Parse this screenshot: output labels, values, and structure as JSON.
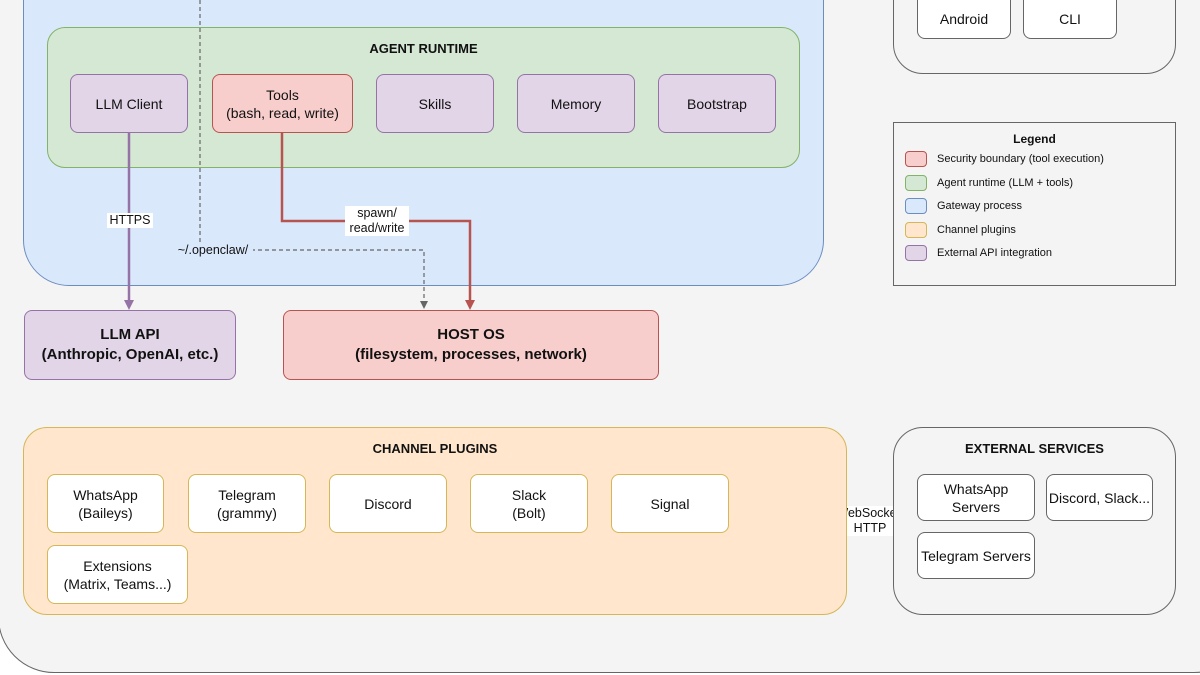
{
  "agent_runtime": {
    "title": "AGENT RUNTIME",
    "components": [
      {
        "label": "LLM Client"
      },
      {
        "label": "Tools\n(bash, read, write)"
      },
      {
        "label": "Skills"
      },
      {
        "label": "Memory"
      },
      {
        "label": "Bootstrap"
      }
    ]
  },
  "clients": [
    {
      "label": "Android"
    },
    {
      "label": "CLI"
    }
  ],
  "legend": {
    "title": "Legend",
    "items": [
      {
        "label": "Security boundary (tool execution)",
        "fill": "#f8cecc",
        "stroke": "#b85450"
      },
      {
        "label": "Agent runtime (LLM + tools)",
        "fill": "#d5e8d4",
        "stroke": "#82b366"
      },
      {
        "label": "Gateway process",
        "fill": "#dae8fc",
        "stroke": "#6c8ebf"
      },
      {
        "label": "Channel plugins",
        "fill": "#ffe6cc",
        "stroke": "#d6b656"
      },
      {
        "label": "External API integration",
        "fill": "#e1d5e7",
        "stroke": "#9673a6"
      }
    ]
  },
  "llm_api": {
    "title": "LLM API",
    "subtitle": "(Anthropic, OpenAI, etc.)"
  },
  "host_os": {
    "title": "HOST OS",
    "subtitle": "(filesystem, processes, network)"
  },
  "edges": {
    "https": "HTTPS",
    "spawn": "spawn/\nread/write",
    "openclaw": "~/.openclaw/",
    "websocket": "WebSocket/\nHTTP"
  },
  "channel_plugins": {
    "title": "CHANNEL PLUGINS",
    "items": [
      {
        "label": "WhatsApp\n(Baileys)"
      },
      {
        "label": "Telegram\n(grammy)"
      },
      {
        "label": "Discord"
      },
      {
        "label": "Slack\n(Bolt)"
      },
      {
        "label": "Signal"
      },
      {
        "label": "Extensions\n(Matrix, Teams...)"
      }
    ]
  },
  "external_services": {
    "title": "EXTERNAL SERVICES",
    "items": [
      {
        "label": "WhatsApp\nServers"
      },
      {
        "label": "Discord, Slack..."
      },
      {
        "label": "Telegram Servers"
      }
    ]
  },
  "colors": {
    "https_edge": "#9673a6",
    "spawn_edge": "#b85450",
    "dashed_edge": "#666666"
  }
}
